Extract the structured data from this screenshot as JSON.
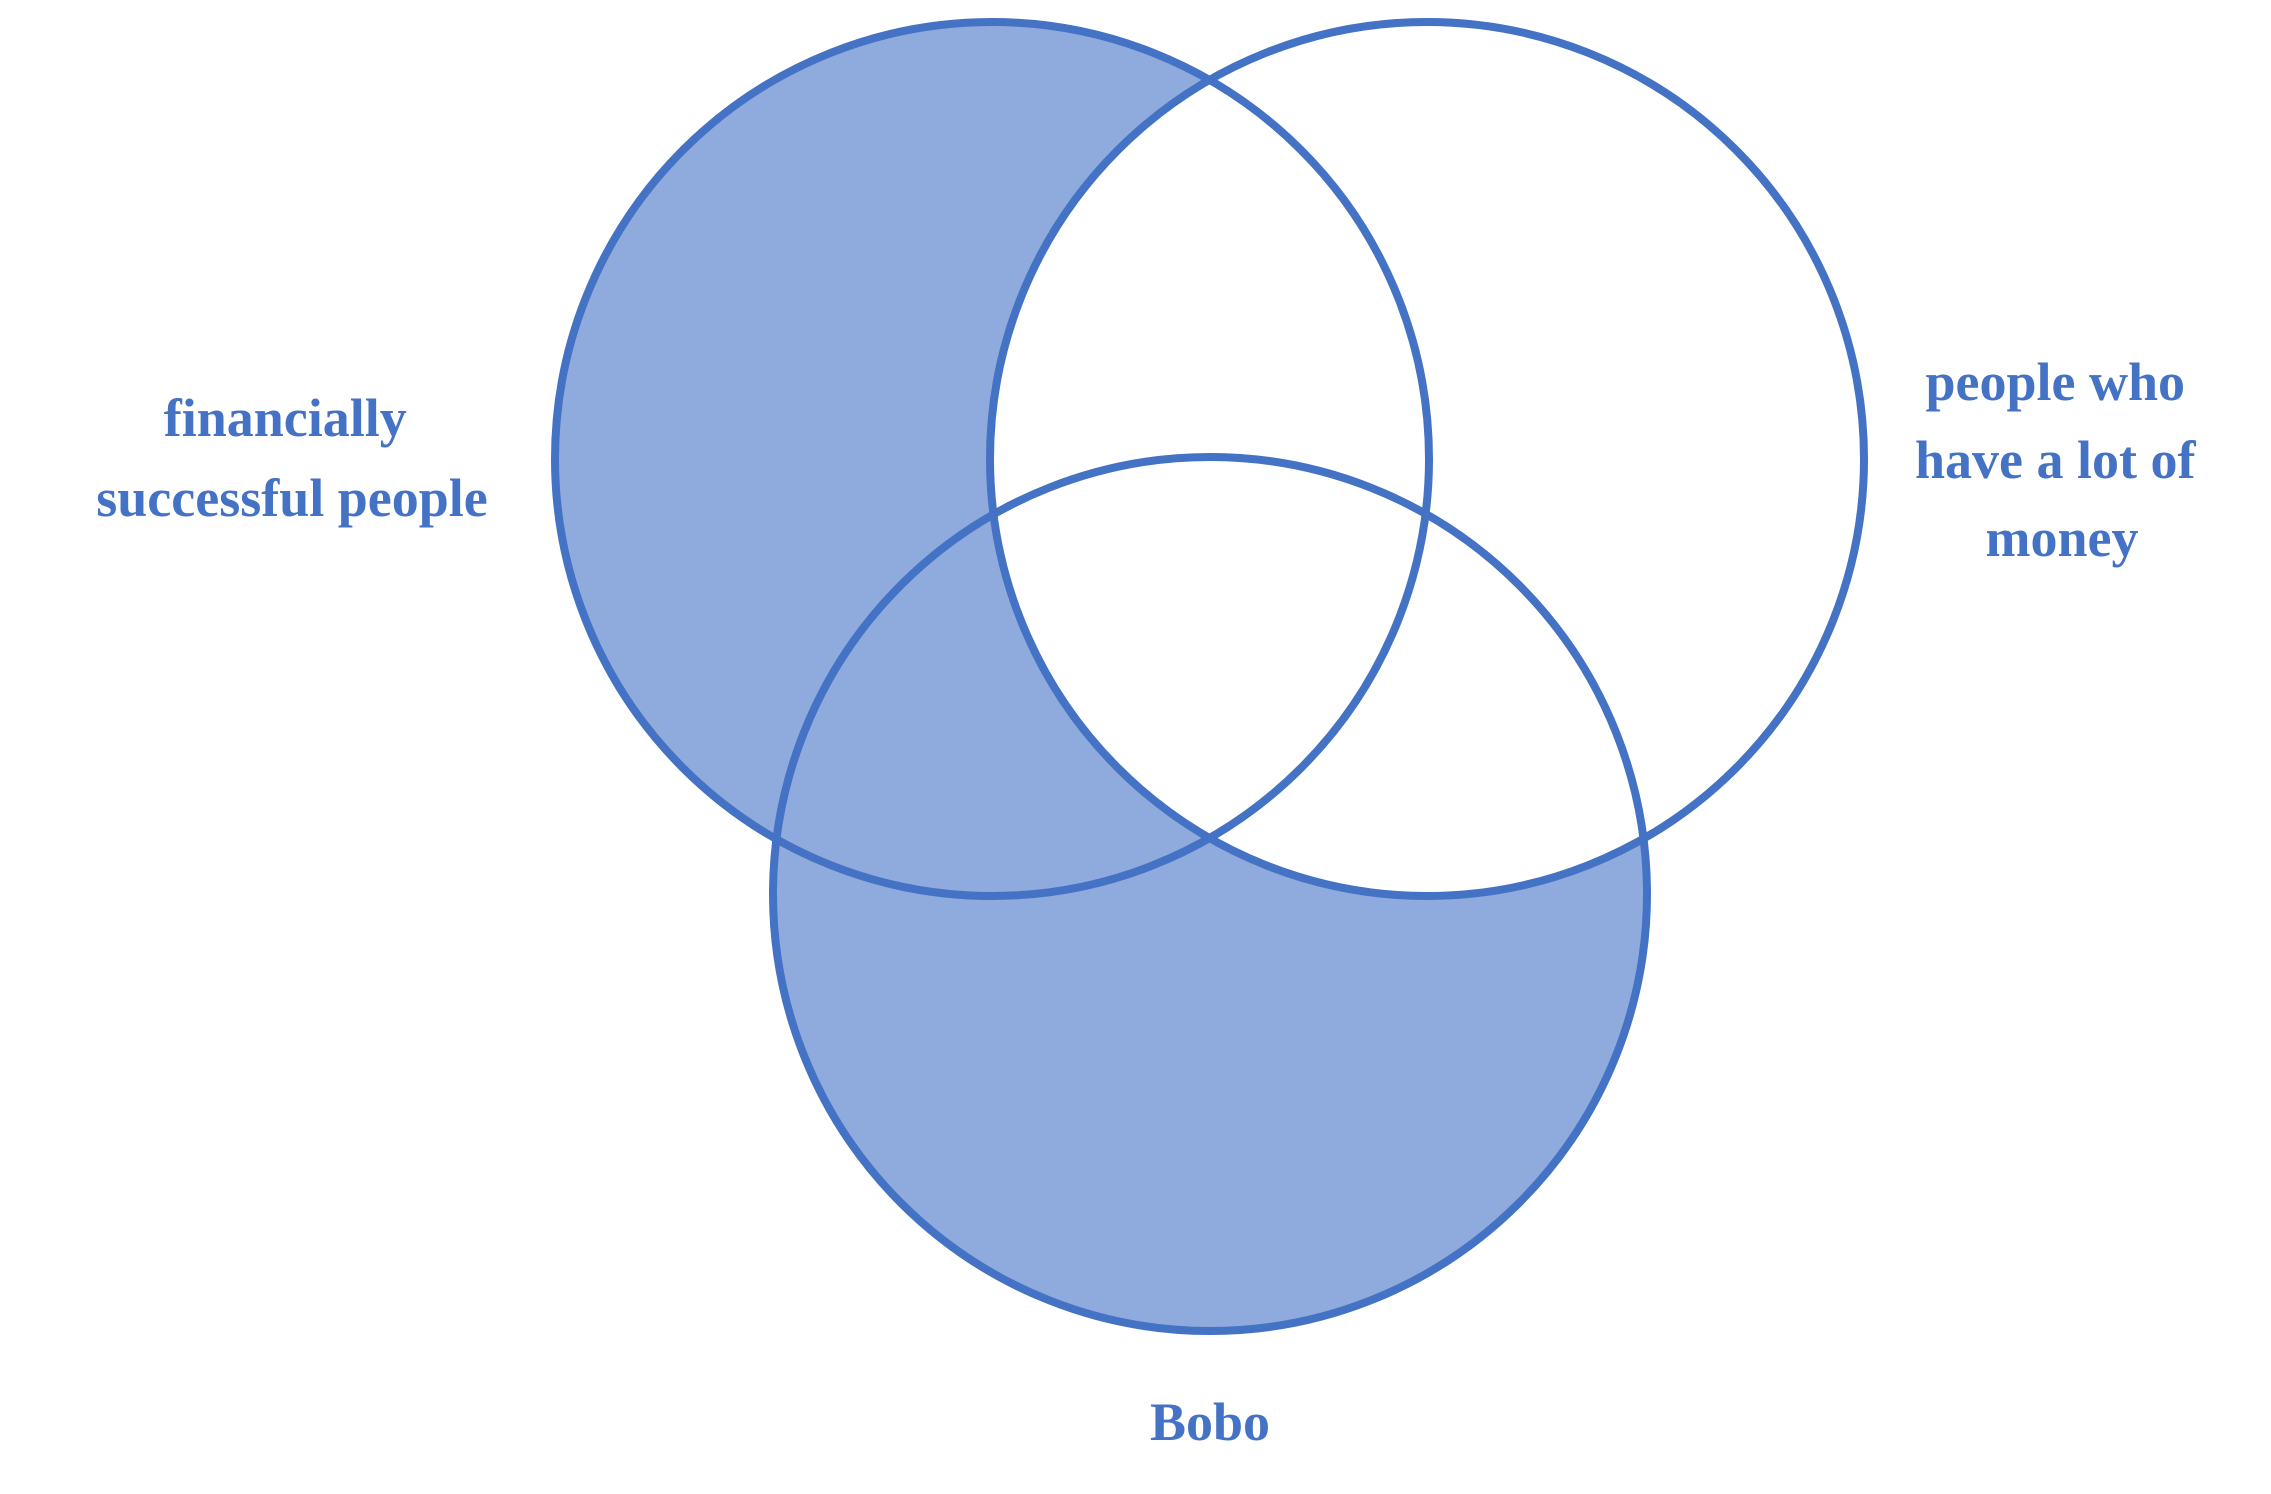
{
  "diagram": {
    "type": "venn-3",
    "colors": {
      "outline": "#4472c4",
      "shaded_fill": "#8faadc",
      "unshaded_fill": "#ffffff",
      "label": "#4472c4"
    },
    "sets": [
      {
        "id": "A",
        "label_lines": [
          "financially",
          "successful people"
        ]
      },
      {
        "id": "B",
        "label_lines": [
          "people who",
          "have a lot of",
          "money"
        ]
      },
      {
        "id": "C",
        "label_lines": [
          "Bobo"
        ]
      }
    ],
    "regions": [
      {
        "membership": "A only",
        "shaded": true
      },
      {
        "membership": "B only",
        "shaded": false
      },
      {
        "membership": "C only",
        "shaded": true
      },
      {
        "membership": "A and B only",
        "shaded": false
      },
      {
        "membership": "A and C only",
        "shaded": true
      },
      {
        "membership": "B and C only",
        "shaded": false
      },
      {
        "membership": "A and B and C",
        "shaded": false
      }
    ]
  }
}
